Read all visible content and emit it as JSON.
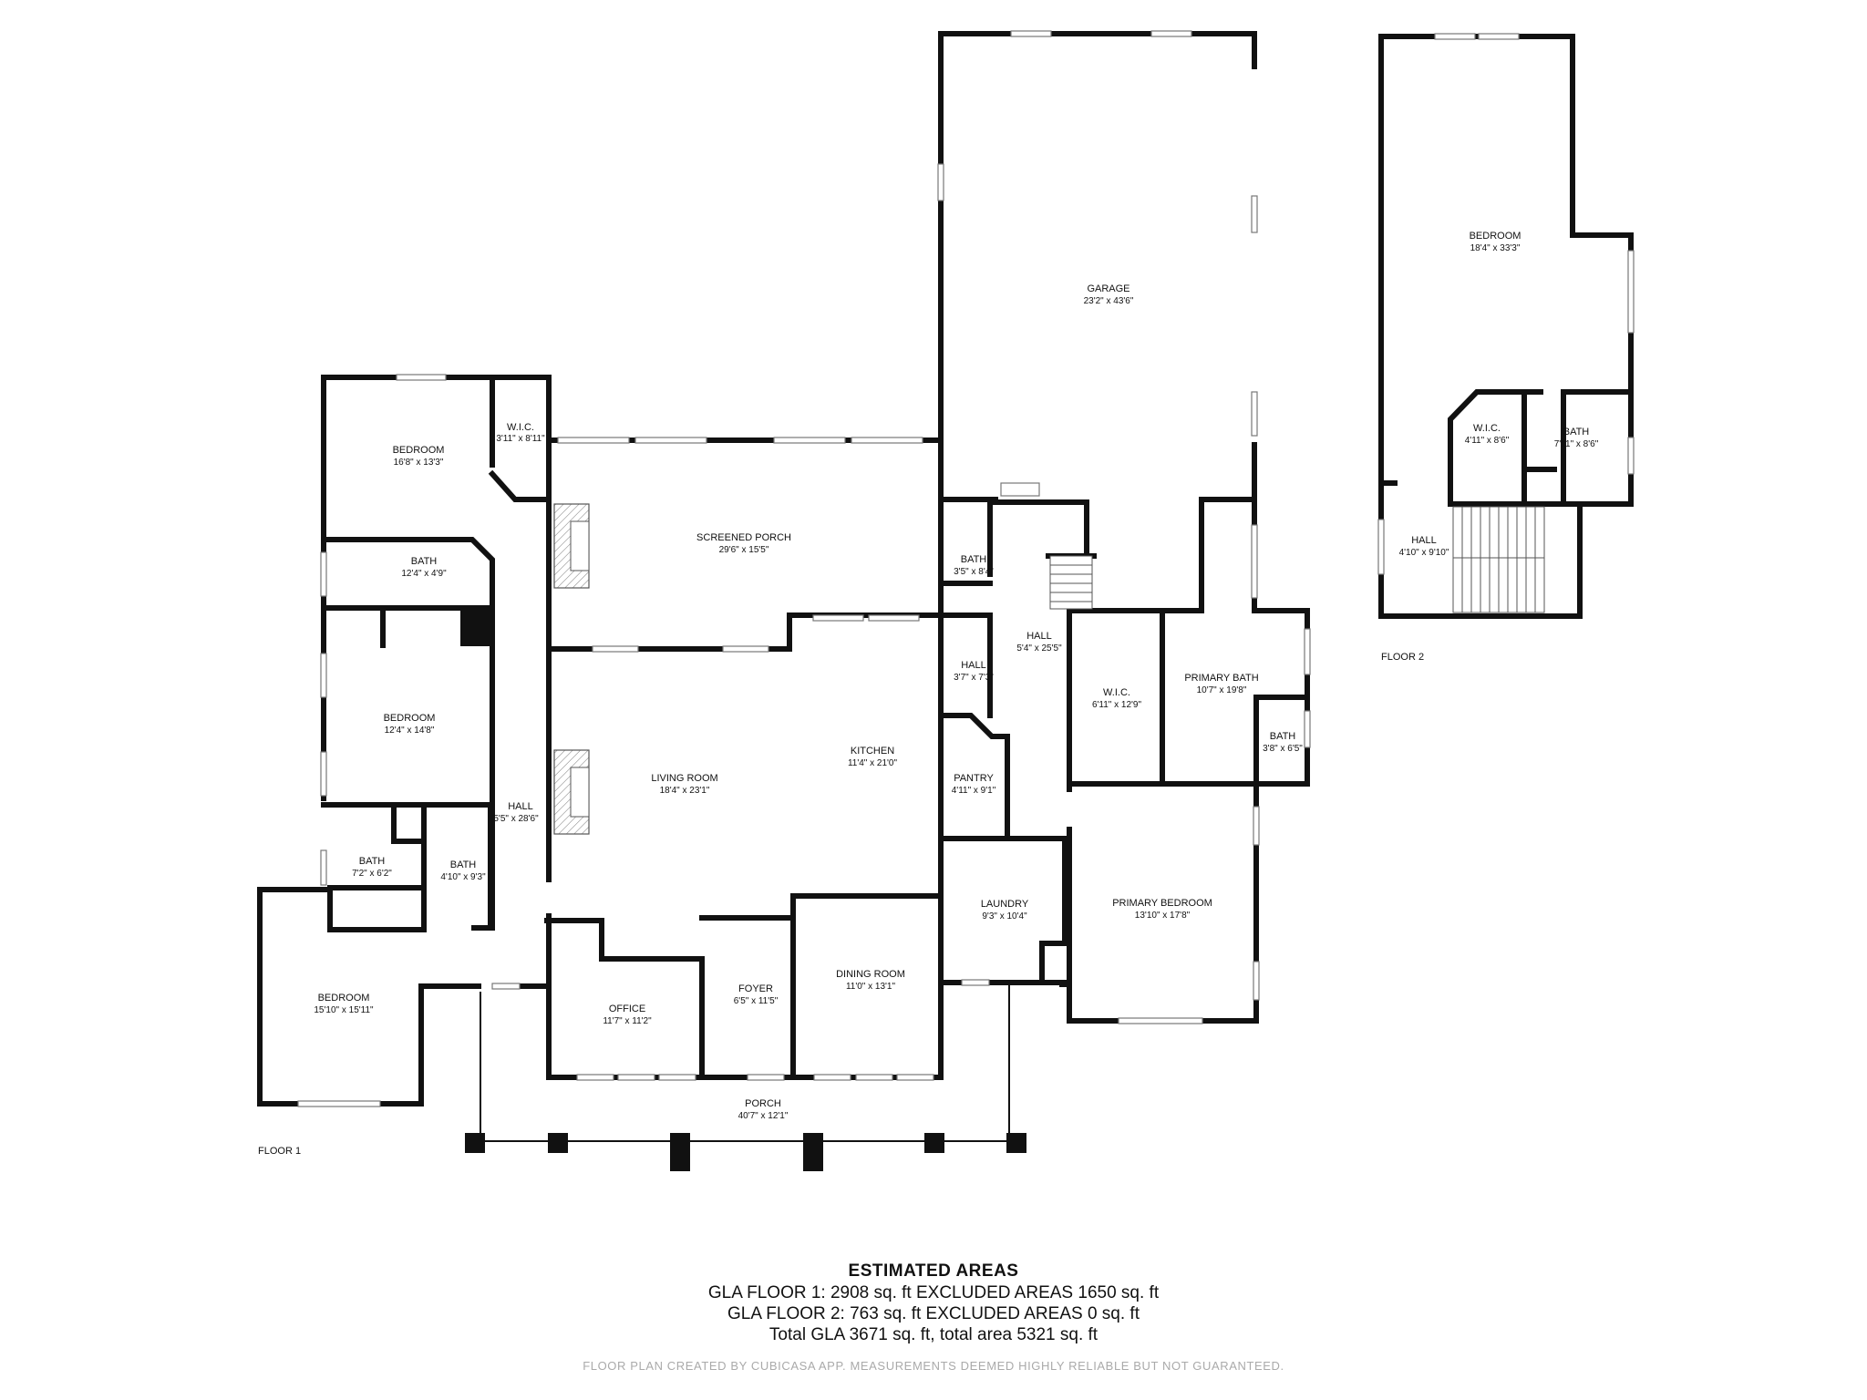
{
  "floor1_label": "FLOOR 1",
  "floor2_label": "FLOOR 2",
  "rooms": {
    "bedroom_nw": {
      "name": "BEDROOM",
      "dims": "16'8\" x 13'3\""
    },
    "wic_nw": {
      "name": "W.I.C.",
      "dims": "3'11\" x 8'11\""
    },
    "bath_nw": {
      "name": "BATH",
      "dims": "12'4\" x 4'9\""
    },
    "bedroom_w": {
      "name": "BEDROOM",
      "dims": "12'4\" x 14'8\""
    },
    "bath_sw1": {
      "name": "BATH",
      "dims": "7'2\" x 6'2\""
    },
    "bath_sw2": {
      "name": "BATH",
      "dims": "4'10\" x 9'3\""
    },
    "hall_w": {
      "name": "HALL",
      "dims": "5'5\" x 28'6\""
    },
    "bedroom_sw": {
      "name": "BEDROOM",
      "dims": "15'10\" x 15'11\""
    },
    "screened_porch": {
      "name": "SCREENED PORCH",
      "dims": "29'6\" x 15'5\""
    },
    "living_room": {
      "name": "LIVING ROOM",
      "dims": "18'4\" x 23'1\""
    },
    "kitchen": {
      "name": "KITCHEN",
      "dims": "11'4\" x 21'0\""
    },
    "office": {
      "name": "OFFICE",
      "dims": "11'7\" x 11'2\""
    },
    "foyer": {
      "name": "FOYER",
      "dims": "6'5\" x 11'5\""
    },
    "dining_room": {
      "name": "DINING ROOM",
      "dims": "11'0\" x 13'1\""
    },
    "porch": {
      "name": "PORCH",
      "dims": "40'7\" x 12'1\""
    },
    "garage": {
      "name": "GARAGE",
      "dims": "23'2\" x 43'6\""
    },
    "bath_c": {
      "name": "BATH",
      "dims": "3'5\" x 8'4\""
    },
    "hall_c1": {
      "name": "HALL",
      "dims": "3'7\" x 7'3\""
    },
    "hall_c2": {
      "name": "HALL",
      "dims": "5'4\" x 25'5\""
    },
    "pantry": {
      "name": "PANTRY",
      "dims": "4'11\" x 9'1\""
    },
    "laundry": {
      "name": "LAUNDRY",
      "dims": "9'3\" x 10'4\""
    },
    "wic_primary": {
      "name": "W.I.C.",
      "dims": "6'11\" x 12'9\""
    },
    "primary_bath": {
      "name": "PRIMARY BATH",
      "dims": "10'7\" x 19'8\""
    },
    "bath_e": {
      "name": "BATH",
      "dims": "3'8\" x 6'5\""
    },
    "primary_bedroom": {
      "name": "PRIMARY BEDROOM",
      "dims": "13'10\" x 17'8\""
    },
    "bedroom_up": {
      "name": "BEDROOM",
      "dims": "18'4\" x 33'3\""
    },
    "wic_up": {
      "name": "W.I.C.",
      "dims": "4'11\" x 8'6\""
    },
    "bath_up": {
      "name": "BATH",
      "dims": "7'11\" x 8'6\""
    },
    "hall_up": {
      "name": "HALL",
      "dims": "4'10\" x 9'10\""
    }
  },
  "areas": {
    "title": "ESTIMATED AREAS",
    "line1": "GLA FLOOR 1: 2908 sq. ft EXCLUDED AREAS 1650 sq. ft",
    "line2": "GLA FLOOR 2: 763 sq. ft EXCLUDED AREAS 0 sq. ft",
    "line3": "Total GLA 3671 sq. ft, total area 5321 sq. ft"
  },
  "footer": "FLOOR PLAN CREATED BY CUBICASA APP. MEASUREMENTS DEEMED HIGHLY RELIABLE BUT NOT GUARANTEED."
}
